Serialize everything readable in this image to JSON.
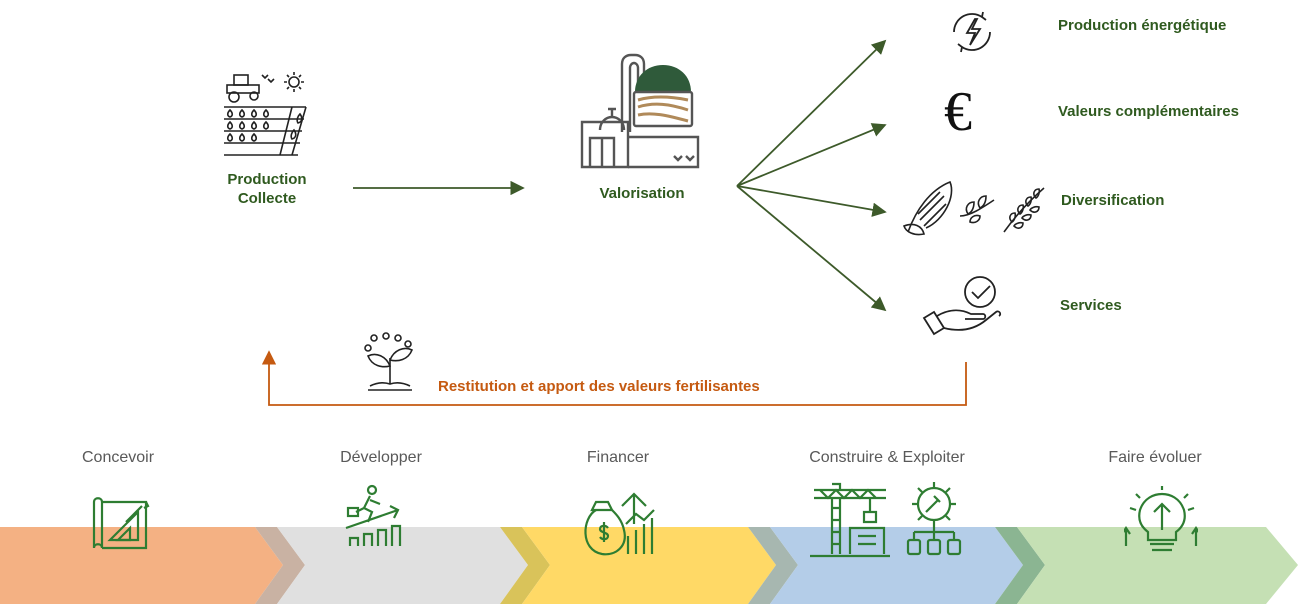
{
  "diagram": {
    "nodes": {
      "production": [
        "Production",
        "Collecte"
      ],
      "valorisation": "Valorisation"
    },
    "outputs": [
      {
        "label": "Production énergétique",
        "icon": "energy-cycle-icon"
      },
      {
        "label": "Valeurs complémentaires",
        "icon": "euro-icon"
      },
      {
        "label": "Diversification",
        "icon": "corn-plants-icon"
      },
      {
        "label": "Services",
        "icon": "hand-checkmark-icon"
      }
    ],
    "feedback_label": "Restitution et apport des valeurs fertilisantes",
    "colors": {
      "green": "#2f5a1f",
      "arrow_green": "#3d5a2a",
      "orange": "#c55a11",
      "icon_green": "#2e7d32"
    }
  },
  "phases": [
    {
      "label": "Concevoir",
      "color": "#f4b183",
      "chevron": "#c9b2a3",
      "icon": "blueprint-icon"
    },
    {
      "label": "Développer",
      "color": "#e0e0e0",
      "chevron": "#d9c35a",
      "icon": "growth-climber-icon"
    },
    {
      "label": "Financer",
      "color": "#ffd966",
      "chevron": "#a7b7b0",
      "icon": "money-bag-growth-icon"
    },
    {
      "label": "Construire & Exploiter",
      "color": "#b4cde8",
      "chevron": "#8bb592",
      "icon": "crane-gear-icon"
    },
    {
      "label": "Faire évoluer",
      "color": "#c5e0b4",
      "chevron": null,
      "icon": "lightbulb-icon"
    }
  ]
}
